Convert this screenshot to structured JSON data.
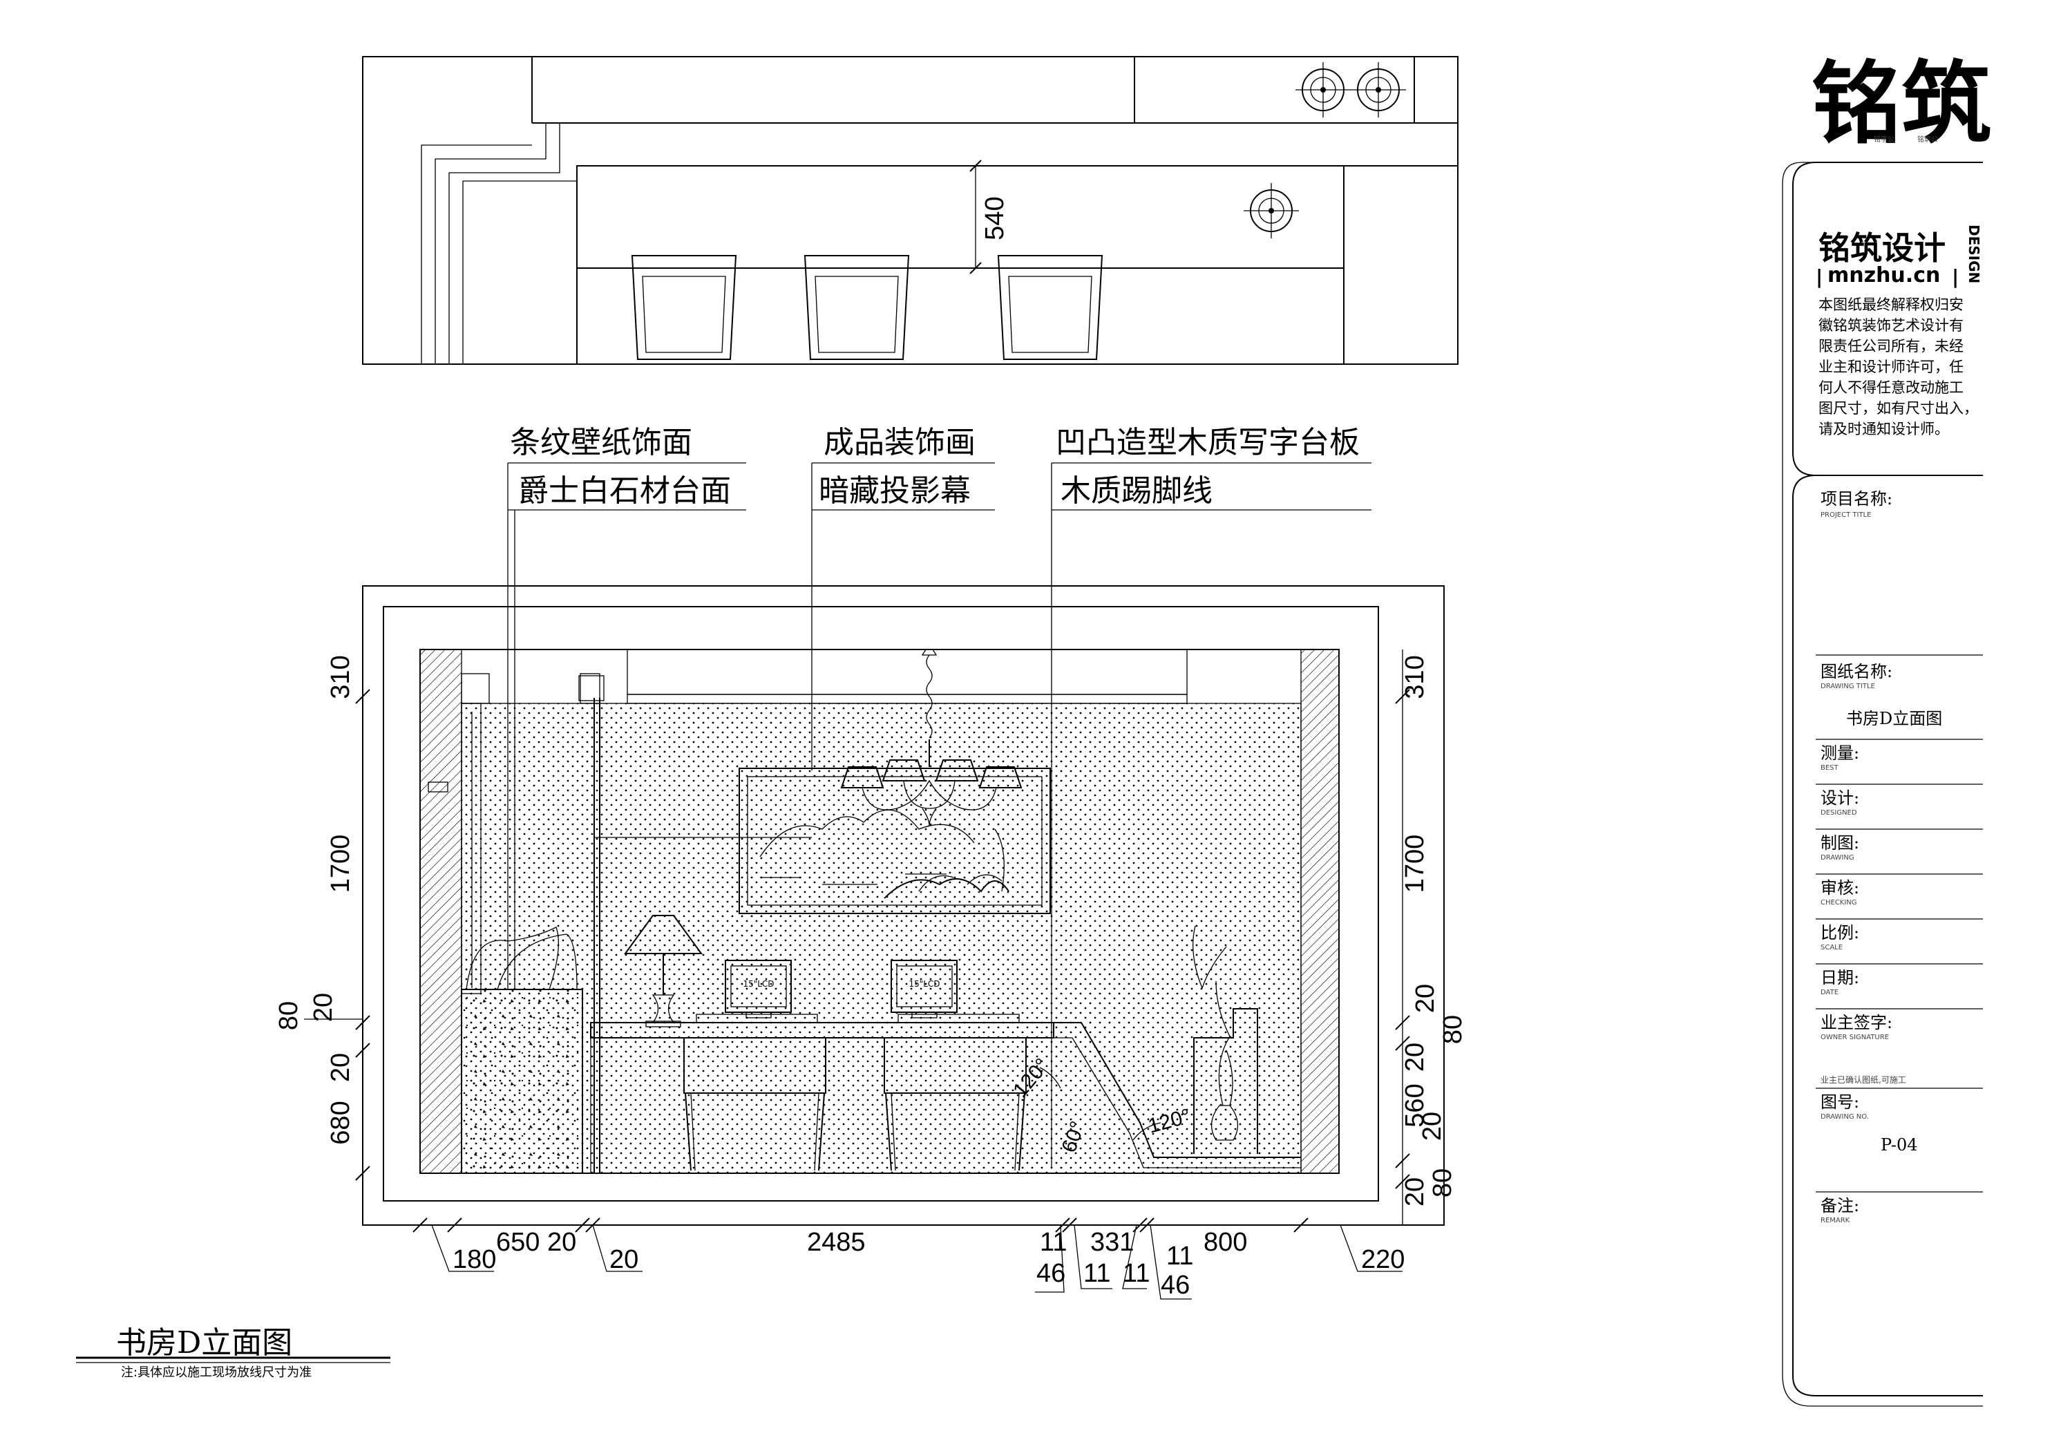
{
  "drawing_title": "书房D立面图",
  "drawing_note": "注:具体应以施工现场放线尺寸为准",
  "top_view": {
    "dim_depth": "540"
  },
  "callouts": {
    "wallpaper": "条纹壁纸饰面",
    "jazz_white_stone": "爵士白石材台面",
    "decor_painting": "成品装饰画",
    "hidden_screen": "暗藏投影幕",
    "desk_board": "凹凸造型木质写字台板",
    "wood_skirting": "木质踢脚线"
  },
  "labels": {
    "lcd": "15\"LCD",
    "angle_120": "120°",
    "angle_60": "60°"
  },
  "dimensions": {
    "left": {
      "ceiling": "310",
      "wall": "1700",
      "top_a": "80",
      "top_b": "20",
      "mid": "20",
      "base": "680"
    },
    "right": {
      "ceiling": "310",
      "wall": "1700",
      "a": "20",
      "b": "80",
      "c": "20",
      "d": "560",
      "e": "20",
      "f": "20",
      "g": "80"
    },
    "bottom": {
      "d180": "180",
      "d650": "650",
      "d20a": "20",
      "d20b": "20",
      "d2485": "2485",
      "d11a": "11",
      "d46a": "46",
      "d331": "331",
      "d11b": "11",
      "d11c": "11",
      "d11d": "11",
      "d46b": "46",
      "d800": "800",
      "d220": "220"
    }
  },
  "title_block": {
    "logo": "铭筑",
    "logo_small_a": "铭字公",
    "logo_small_b": "铭筑公",
    "company": "铭筑设计",
    "design_word": "DESIGN",
    "url": "mnzhu.cn",
    "copyright": [
      "本图纸最终解释权归安",
      "徽铭筑装饰艺术设计有",
      "限责任公司所有，未经",
      "业主和设计师许可，任",
      "何人不得任意改动施工",
      "图尺寸，如有尺寸出入，",
      "请及时通知设计师。"
    ],
    "project_label": "项目名称:",
    "project_sub": "PROJECT TITLE",
    "drawing_name_label": "图纸名称:",
    "drawing_name_sub": "DRAWING TITLE",
    "drawing_name": "书房D立面图",
    "survey_label": "测量:",
    "survey_sub": "BEST",
    "design_label": "设计:",
    "design_sub": "DESIGNED",
    "draw_label": "制图:",
    "draw_sub": "DRAWING",
    "review_label": "审核:",
    "review_sub": "CHECKING",
    "scale_label": "比例:",
    "scale_sub": "SCALE",
    "date_label": "日期:",
    "date_sub": "DATE",
    "owner_label": "业主签字:",
    "owner_sub": "OWNER SIGNATURE",
    "owner_note": "业主已确认图纸,可施工",
    "number_label": "图号:",
    "number_sub": "DRAWING NO.",
    "number": "P-04",
    "remark_label": "备注:",
    "remark_sub": "REMARK"
  }
}
